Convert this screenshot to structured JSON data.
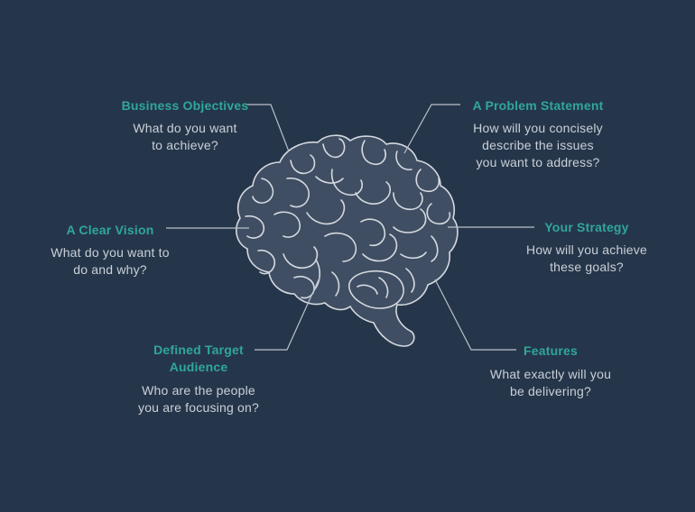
{
  "colors": {
    "background": "#26364a",
    "accent_title": "#2fa79a",
    "body_text": "#c9d0d8",
    "brain_fill": "#404e63",
    "brain_stroke": "#d4d9e0",
    "connector": "#b9c1cb"
  },
  "icons": {
    "center": "brain-icon"
  },
  "sections": {
    "business": {
      "title": "Business Objectives",
      "line1": "What do you want",
      "line2": "to achieve?"
    },
    "problem": {
      "title": "A Problem Statement",
      "line1": "How will you concisely",
      "line2": "describe the issues",
      "line3": "you want to address?"
    },
    "vision": {
      "title": "A Clear Vision",
      "line1": "What do you want to",
      "line2": "do and why?"
    },
    "strategy": {
      "title": "Your Strategy",
      "line1": "How will you achieve",
      "line2": "these goals?"
    },
    "audience": {
      "title_line1": "Defined Target",
      "title_line2": "Audience",
      "line1": "Who are the people",
      "line2": "you are focusing on?"
    },
    "features": {
      "title": "Features",
      "line1": "What exactly will you",
      "line2": "be delivering?"
    }
  }
}
